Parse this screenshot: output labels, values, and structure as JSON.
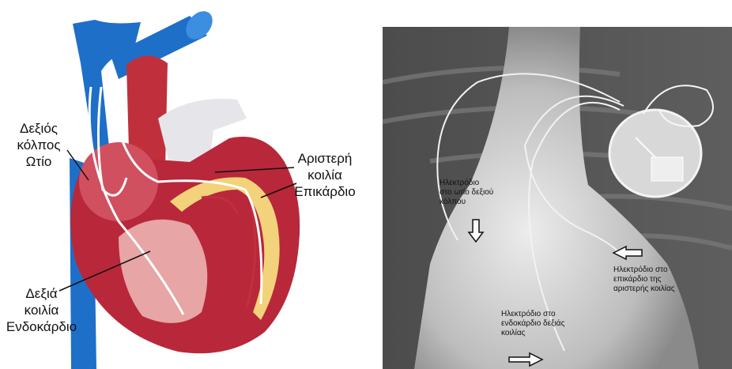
{
  "diagram": {
    "right_atrium": [
      "Δεξιός",
      "κόλπος",
      "Ωτίο"
    ],
    "left_ventricle": [
      "Αριστερή",
      "κοιλία",
      "Επικάρδιο"
    ],
    "right_ventricle": [
      "Δεξιά",
      "κοιλία",
      "Ενδοκάρδιο"
    ]
  },
  "xray": {
    "ra_lead": [
      "Ηλεκτρόδιο",
      "στο ωτίο δεξιού",
      "κόλπου"
    ],
    "lv_lead": [
      "Ηλεκτρόδιο στο",
      "επικάρδιο της",
      "αριστερής κοιλίας"
    ],
    "rv_lead": [
      "Ηλεκτρόδιο στο",
      "ενδοκάρδιο δεξιάς",
      "κοιλίας"
    ]
  },
  "colors": {
    "vein": "#1e6fc8",
    "artery": "#c0303c",
    "heart": "#b8283a",
    "fat": "#f2d27a"
  }
}
